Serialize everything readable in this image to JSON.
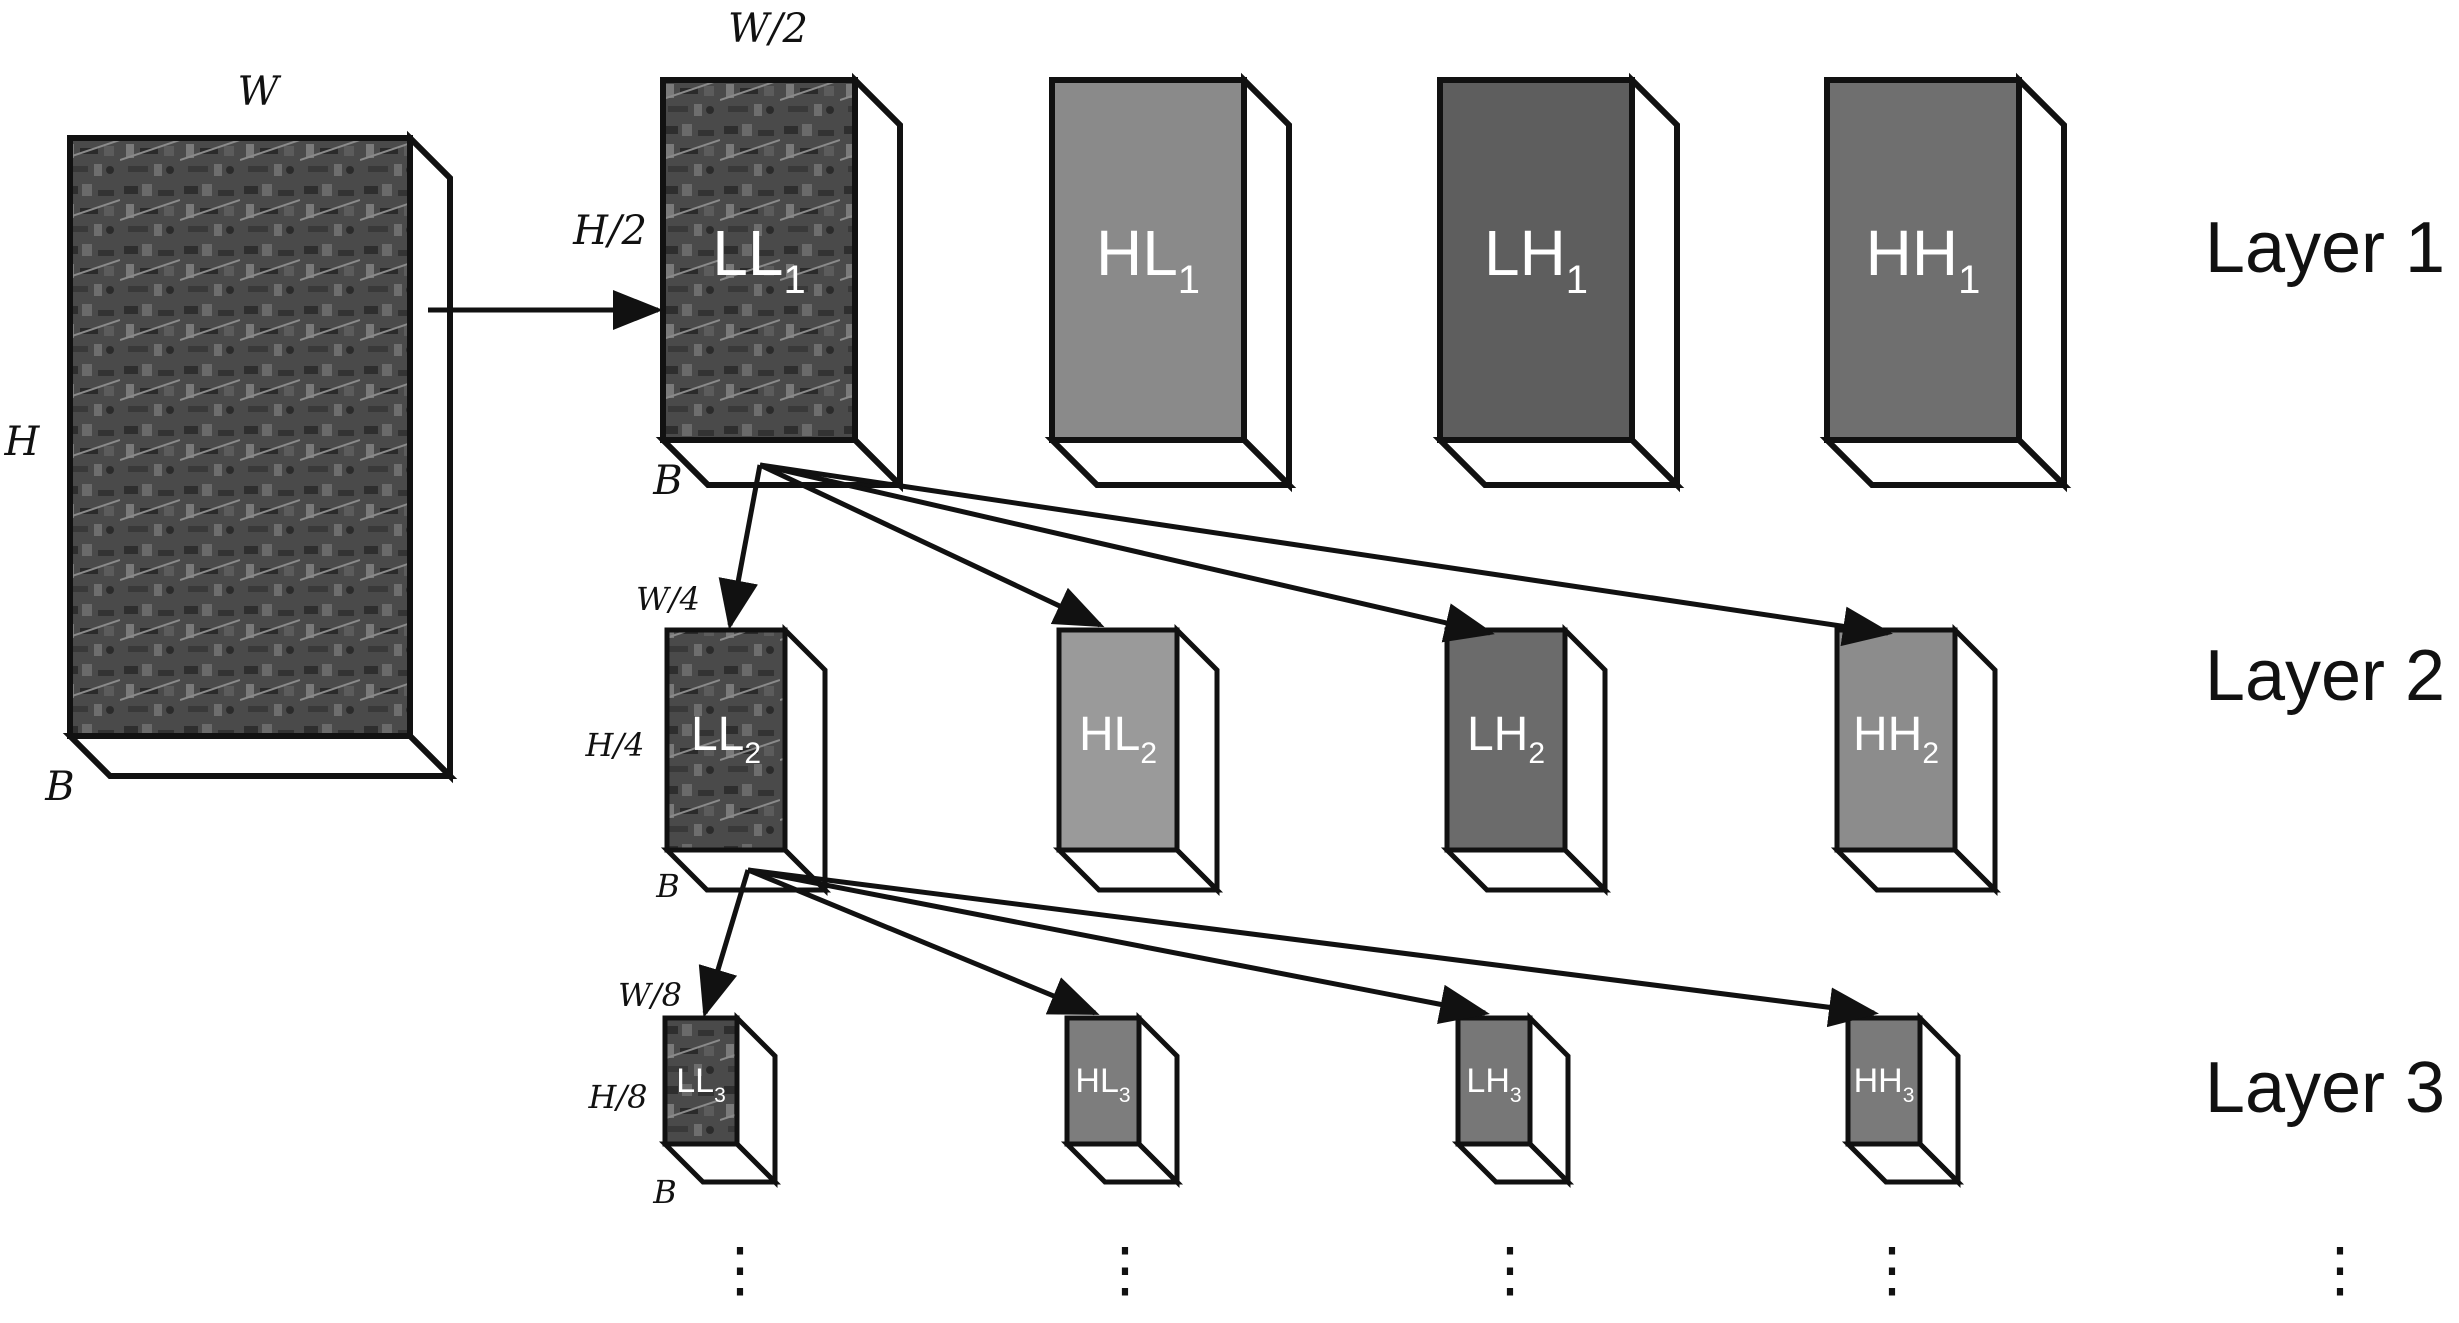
{
  "input_cube": {
    "width_label": "W",
    "height_label": "H",
    "band_label": "B"
  },
  "layers": [
    {
      "name": "Layer 1",
      "width_label": "W/2",
      "height_label": "H/2",
      "band_label": "B",
      "subbands": [
        {
          "name": "LL",
          "sub": "1",
          "tone": "image"
        },
        {
          "name": "HL",
          "sub": "1",
          "tone": "#8a8a8a"
        },
        {
          "name": "LH",
          "sub": "1",
          "tone": "#5e5e5e"
        },
        {
          "name": "HH",
          "sub": "1",
          "tone": "#6f6f6f"
        }
      ]
    },
    {
      "name": "Layer 2",
      "width_label": "W/4",
      "height_label": "H/4",
      "band_label": "B",
      "subbands": [
        {
          "name": "LL",
          "sub": "2",
          "tone": "image"
        },
        {
          "name": "HL",
          "sub": "2",
          "tone": "#9a9a9a"
        },
        {
          "name": "LH",
          "sub": "2",
          "tone": "#6b6b6b"
        },
        {
          "name": "HH",
          "sub": "2",
          "tone": "#8c8c8c"
        }
      ]
    },
    {
      "name": "Layer 3",
      "width_label": "W/8",
      "height_label": "H/8",
      "band_label": "B",
      "subbands": [
        {
          "name": "LL",
          "sub": "3",
          "tone": "image"
        },
        {
          "name": "HL",
          "sub": "3",
          "tone": "#7d7d7d"
        },
        {
          "name": "LH",
          "sub": "3",
          "tone": "#777777"
        },
        {
          "name": "HH",
          "sub": "3",
          "tone": "#7a7a7a"
        }
      ]
    }
  ],
  "continuation": "⋮"
}
